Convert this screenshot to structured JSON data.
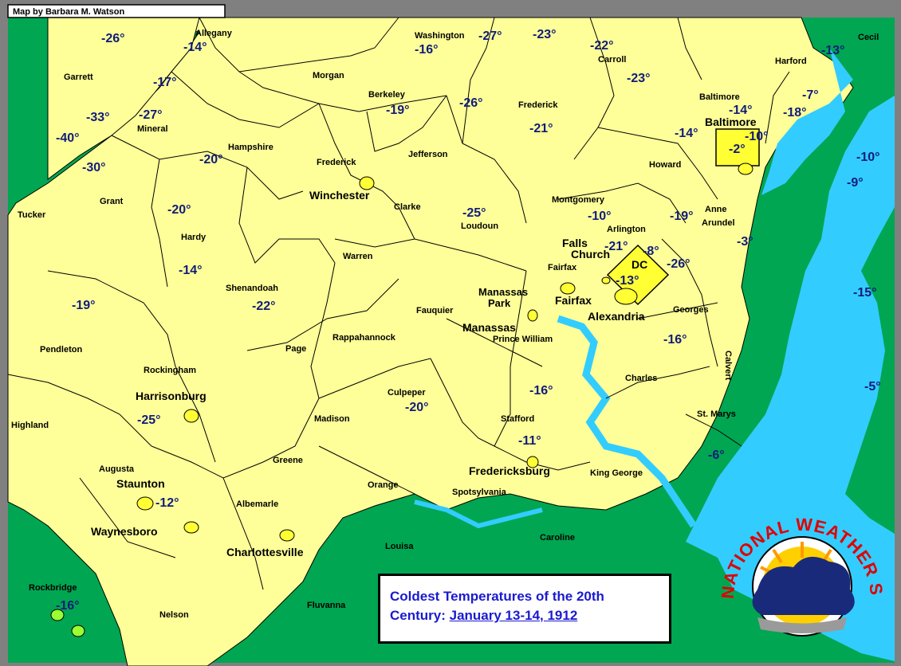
{
  "credit": "Map by Barbara M. Watson",
  "caption": {
    "line1": "Coldest Temperatures of the 20th",
    "line2_prefix": "Century: ",
    "line2_link": "January 13-14, 1912"
  },
  "nws_logo": {
    "text": "NATIONAL WEATHER SERVICE"
  },
  "colors": {
    "land": "#ffff99",
    "outside": "#00a651",
    "water": "#33ccff",
    "temp_text": "#101c7a",
    "caption_text": "#1a1ad0"
  },
  "counties": [
    "Allegany",
    "Garrett",
    "Mineral",
    "Grant",
    "Tucker",
    "Hampshire",
    "Hardy",
    "Pendleton",
    "Morgan",
    "Berkeley",
    "Frederick",
    "Jefferson",
    "Clarke",
    "Warren",
    "Shenandoah",
    "Page",
    "Rockingham",
    "Highland",
    "Augusta",
    "Rockbridge",
    "Nelson",
    "Albemarle",
    "Greene",
    "Madison",
    "Rappahannock",
    "Culpeper",
    "Fauquier",
    "Loudoun",
    "Fairfax",
    "Prince William",
    "Stafford",
    "Orange",
    "Spotsylvania",
    "Louisa",
    "Fluvanna",
    "Caroline",
    "King George",
    "Charles",
    "St. Marys",
    "Calvert",
    "Georges",
    "Anne",
    "Arundel",
    "Howard",
    "Montgomery",
    "Arlington",
    "Frederick",
    "Carroll",
    "Baltimore",
    "Harford",
    "Cecil",
    "Washington"
  ],
  "cities": [
    "Winchester",
    "Harrisonburg",
    "Staunton",
    "Waynesboro",
    "Charlottesville",
    "Fredericksburg",
    "Manassas",
    "Manassas",
    "Park",
    "Fairfax",
    "Alexandria",
    "Falls",
    "Church",
    "DC",
    "Baltimore"
  ],
  "temps": [
    "-26°",
    "-14°",
    "-17°",
    "-33°",
    "-27°",
    "-40°",
    "-30°",
    "-20°",
    "-20°",
    "-14°",
    "-19°",
    "-22°",
    "-25°",
    "-12°",
    "-16°",
    "-19°",
    "-16°",
    "-27°",
    "-23°",
    "-26°",
    "-22°",
    "-23°",
    "-21°",
    "-25°",
    "-10°",
    "-21°",
    "-8°",
    "-13°",
    "-26°",
    "-19°",
    "-16°",
    "-16°",
    "-20°",
    "-11°",
    "-6°",
    "-14°",
    "-14°",
    "-10°",
    "-7°",
    "-18°",
    "-13°",
    "-2°",
    "-10°",
    "-9°",
    "-3°",
    "-15°",
    "-5°"
  ]
}
